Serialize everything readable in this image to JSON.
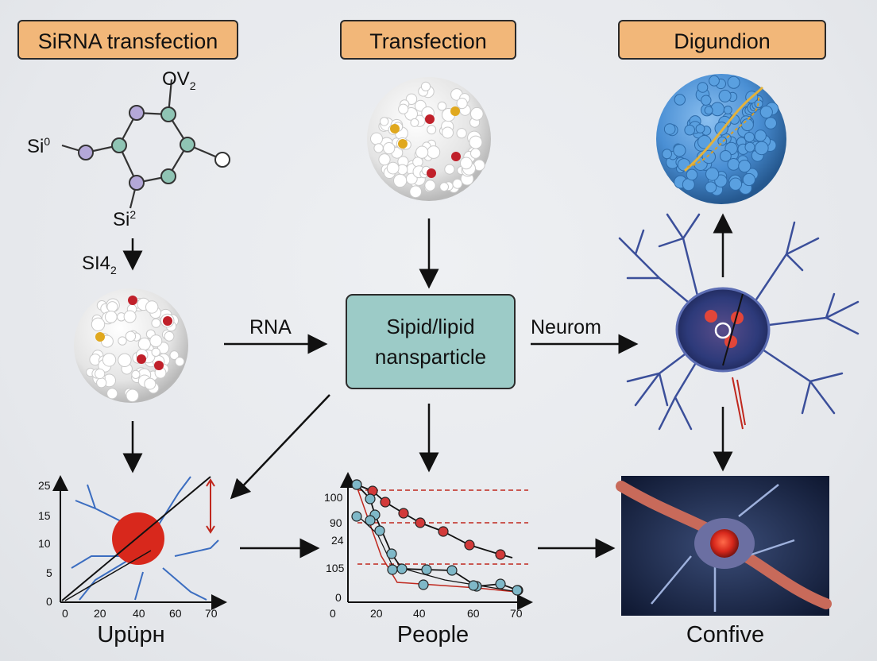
{
  "headers": {
    "left": "SiRNA transfection",
    "center": "Transfection",
    "right": "Digundion"
  },
  "molecule": {
    "top_label": "OV",
    "top_sub": "2",
    "left_label": "Si",
    "left_sup": "0",
    "bottom_label": "Si",
    "bottom_sup": "2",
    "step_label": "SI4",
    "step_sub": "2"
  },
  "flow_labels": {
    "rna": "RNA",
    "neurom": "Neurom"
  },
  "center_box": {
    "line1": "Sipid/lipid",
    "line2": "nansparticle"
  },
  "captions": {
    "left": "Upüpн",
    "center": "People",
    "right": "Confive"
  },
  "chart_left": {
    "y_ticks": [
      "25",
      "15",
      "10",
      "5",
      "0"
    ],
    "x_ticks": [
      "0",
      "20",
      "40",
      "60",
      "70"
    ]
  },
  "chart_center": {
    "y_ticks": [
      "100",
      "90",
      "24",
      "105",
      "0"
    ],
    "x_ticks": [
      "0",
      "20",
      "40",
      "60",
      "70"
    ]
  },
  "colors": {
    "header_fill": "#f2b779",
    "box_fill": "#9ccbc7",
    "nanoparticle_white": "#f4f4f4",
    "nanoparticle_blue": "#4a8fd4",
    "neuron_blue": "#3b4f9a",
    "marker_red": "#d23a3a",
    "marker_teal": "#7fb8c8"
  },
  "icons": {
    "molecule": "hexagon-molecule-icon",
    "nanoparticle": "nanoparticle-icon",
    "neuron": "neuron-icon"
  }
}
